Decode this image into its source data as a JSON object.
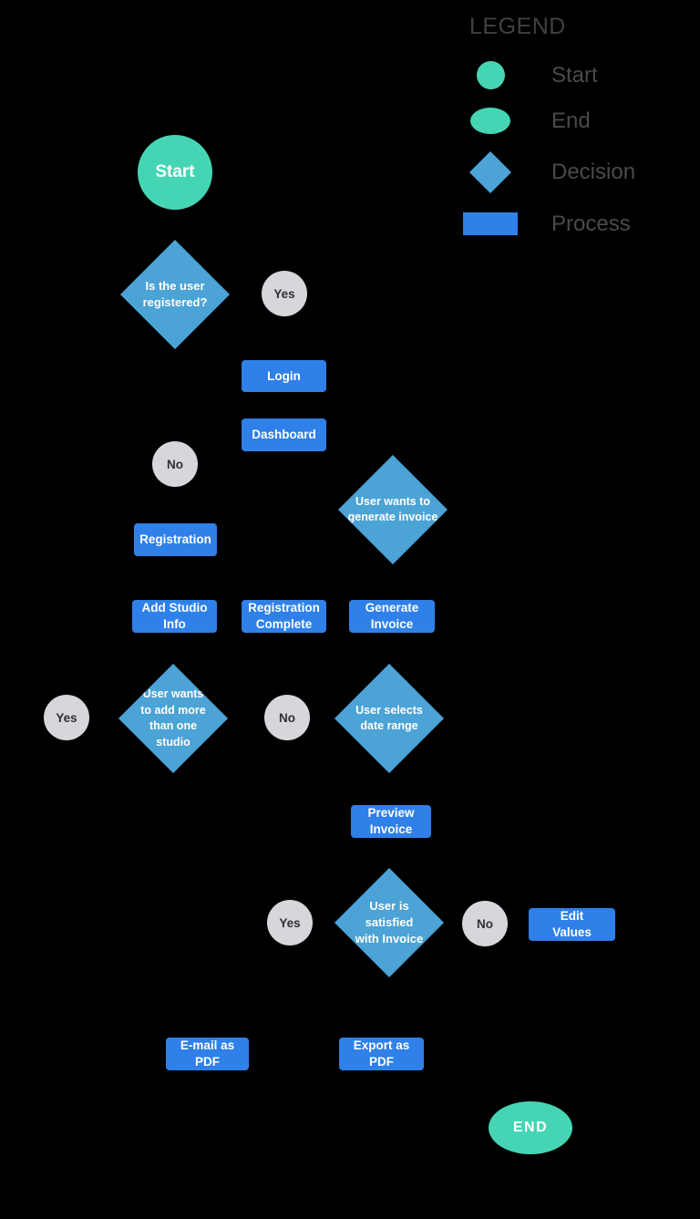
{
  "legend": {
    "title": "LEGEND",
    "items": [
      {
        "shape": "start-circle",
        "label": "Start"
      },
      {
        "shape": "end-ellipse",
        "label": "End"
      },
      {
        "shape": "decision-diamond",
        "label": "Decision"
      },
      {
        "shape": "process-rect",
        "label": "Process"
      }
    ]
  },
  "colors": {
    "background": "#000000",
    "terminal_teal": "#45D5B4",
    "decision_blue": "#4BA3D6",
    "process_blue": "#2F80E8",
    "connector_gray": "#D6D7DA",
    "legend_text_gray": "#4A4A4A",
    "shape_text": "#FFFFFF"
  },
  "nodes": {
    "start": "Start",
    "q_registered": "Is the user registered?",
    "yes1": "Yes",
    "login": "Login",
    "dashboard": "Dashboard",
    "no1": "No",
    "q_generate_invoice": "User wants to generate invoice",
    "registration": "Registration",
    "add_studio_info": "Add Studio Info",
    "registration_complete": "Registration Complete",
    "generate_invoice": "Generate Invoice",
    "yes2": "Yes",
    "q_add_more_studios": "User wants to add more than one studio",
    "no2": "No",
    "q_date_range": "User selects date range",
    "preview_invoice": "Preview Invoice",
    "yes3": "Yes",
    "q_satisfied": "User is satisfied with Invoice",
    "no3": "No",
    "edit_values": "Edit Values",
    "email_pdf": "E-mail as PDF",
    "export_pdf": "Export as PDF",
    "end": "END"
  }
}
